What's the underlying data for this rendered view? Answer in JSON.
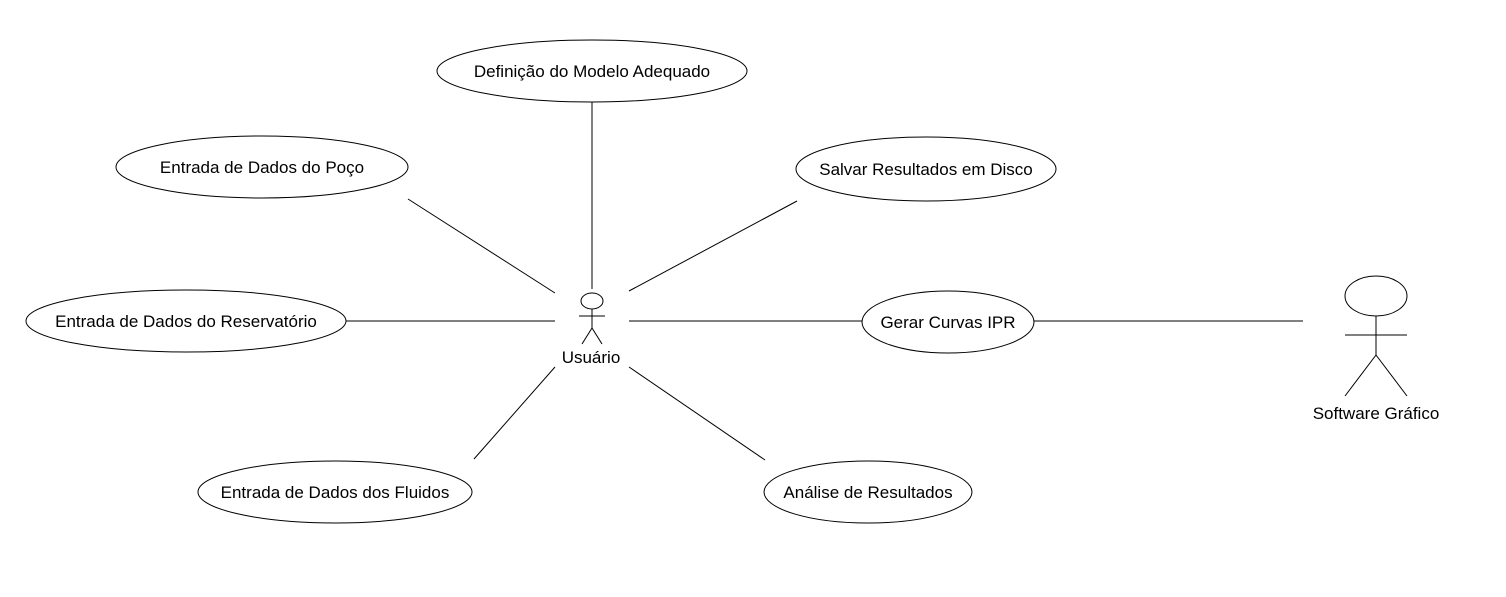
{
  "diagram": {
    "type": "uml-use-case",
    "actors": {
      "usuario": {
        "name": "Usuário"
      },
      "software_grafico": {
        "name": "Software Gráfico"
      }
    },
    "use_cases": {
      "definicao_modelo": {
        "label": "Definição do Modelo Adequado"
      },
      "entrada_poco": {
        "label": "Entrada de Dados do Poço"
      },
      "salvar_resultados": {
        "label": "Salvar Resultados em Disco"
      },
      "entrada_reservatorio": {
        "label": "Entrada de Dados do Reservatório"
      },
      "gerar_curvas": {
        "label": "Gerar Curvas IPR"
      },
      "entrada_fluidos": {
        "label": "Entrada de Dados dos Fluidos"
      },
      "analise_resultados": {
        "label": "Análise de Resultados"
      }
    },
    "associations": [
      {
        "from": "usuario",
        "to": "definicao_modelo"
      },
      {
        "from": "usuario",
        "to": "entrada_poco"
      },
      {
        "from": "usuario",
        "to": "salvar_resultados"
      },
      {
        "from": "usuario",
        "to": "entrada_reservatorio"
      },
      {
        "from": "usuario",
        "to": "gerar_curvas"
      },
      {
        "from": "usuario",
        "to": "entrada_fluidos"
      },
      {
        "from": "usuario",
        "to": "analise_resultados"
      },
      {
        "from": "gerar_curvas",
        "to": "software_grafico"
      }
    ]
  }
}
